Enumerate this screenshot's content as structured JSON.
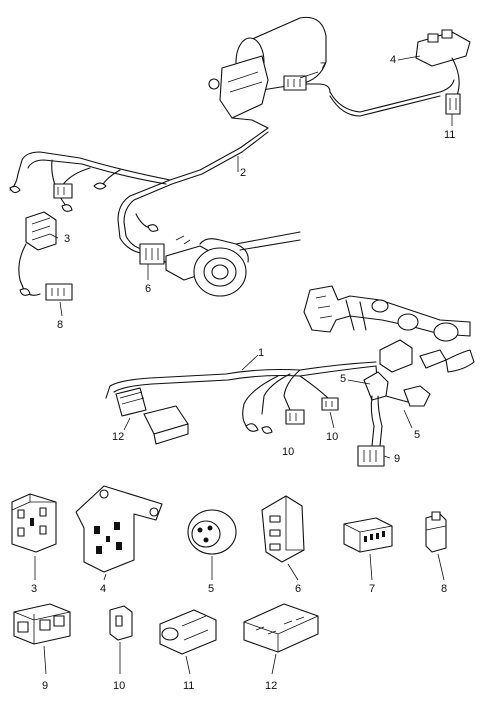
{
  "callouts": {
    "c1": "1",
    "c2": "2",
    "c3": "3",
    "c4": "4",
    "c5a": "5",
    "c5b": "5",
    "c6": "6",
    "c7": "7",
    "c8": "8",
    "c9": "9",
    "c10a": "10",
    "c10b": "10",
    "c11": "11",
    "c12": "12"
  },
  "parts": {
    "p3": "3",
    "p4": "4",
    "p5": "5",
    "p6": "6",
    "p7": "7",
    "p8": "8",
    "p9": "9",
    "p10": "10",
    "p11": "11",
    "p12": "12"
  }
}
